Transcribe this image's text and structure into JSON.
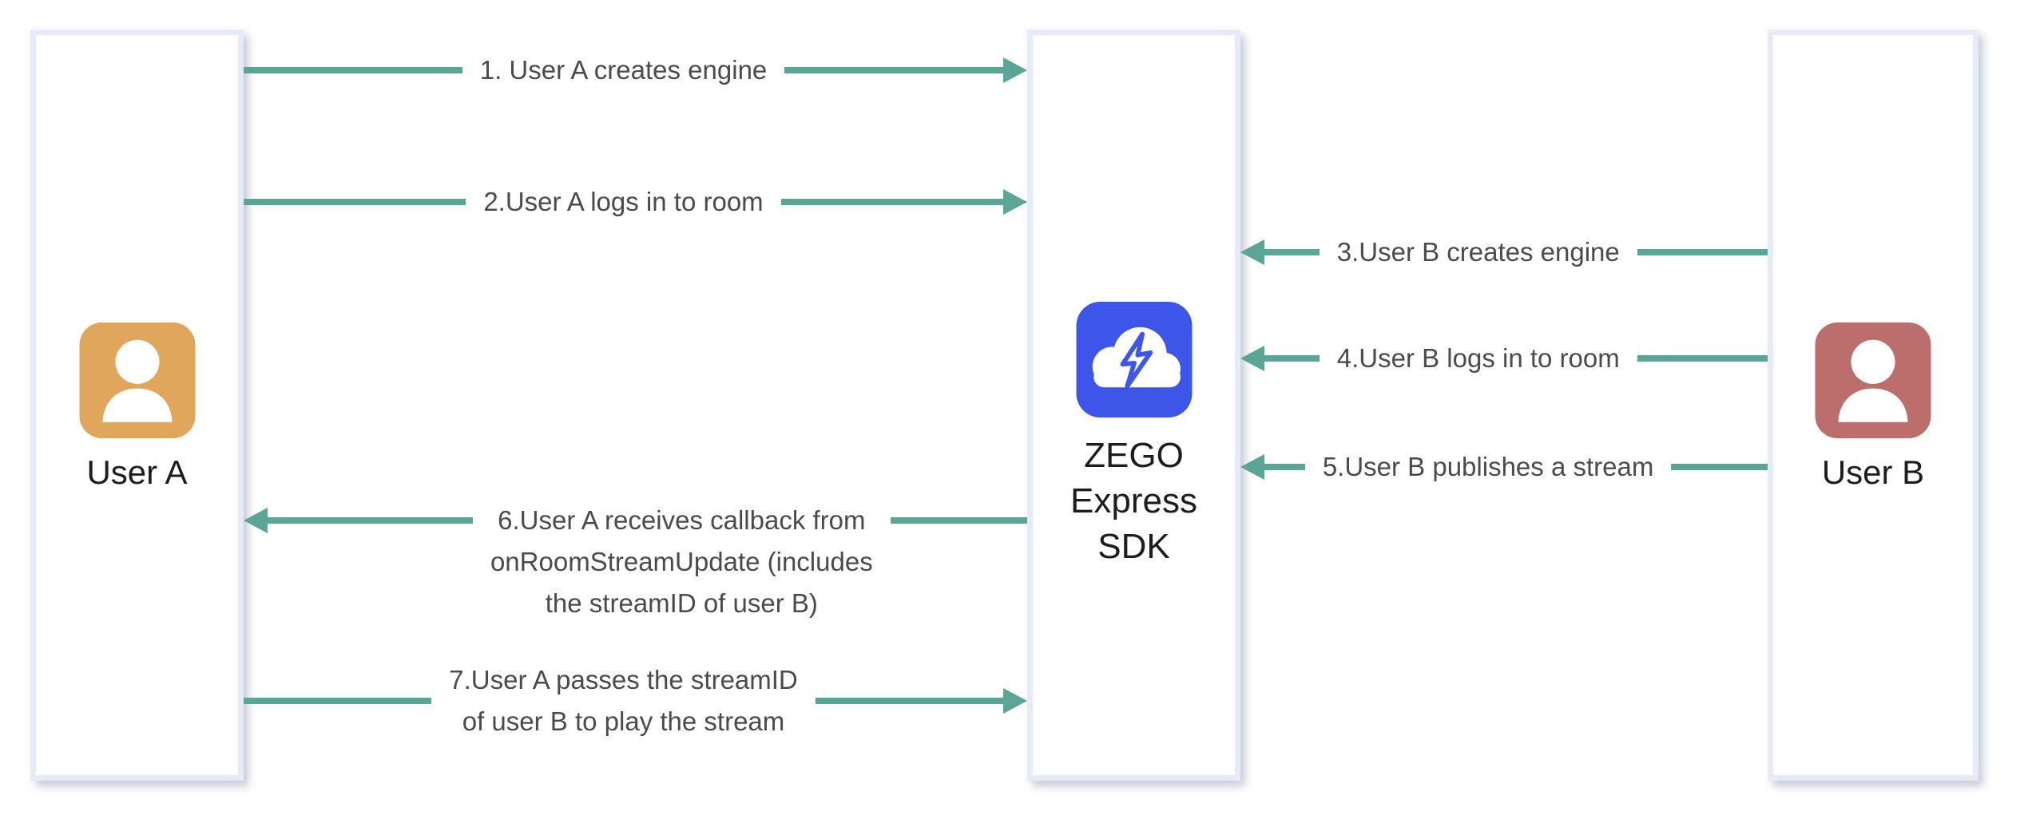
{
  "entities": {
    "user_a": {
      "name": "User A",
      "icon": "user-avatar-icon",
      "icon_color": "#e0a75c"
    },
    "sdk": {
      "name": "ZEGO\nExpress\nSDK",
      "icon": "cloud-lightning-icon",
      "icon_color": "#3d56e8"
    },
    "user_b": {
      "name": "User B",
      "icon": "user-avatar-icon",
      "icon_color": "#bc6e6c"
    }
  },
  "arrows": {
    "a1": {
      "label": "1. User A creates engine",
      "direction": "right",
      "from": "User A",
      "to": "ZEGO Express SDK"
    },
    "a2": {
      "label": "2.User A logs in to room",
      "direction": "right",
      "from": "User A",
      "to": "ZEGO Express SDK"
    },
    "a3": {
      "label": "3.User B creates engine",
      "direction": "left",
      "from": "User B",
      "to": "ZEGO Express SDK"
    },
    "a4": {
      "label": "4.User B logs in to room",
      "direction": "left",
      "from": "User B",
      "to": "ZEGO Express SDK"
    },
    "a5": {
      "label": "5.User B publishes a stream",
      "direction": "left",
      "from": "User B",
      "to": "ZEGO Express SDK"
    },
    "a6": {
      "label": "6.User A receives callback from\nonRoomStreamUpdate (includes\nthe streamID of user B)",
      "direction": "left",
      "from": "ZEGO Express SDK",
      "to": "User A"
    },
    "a7": {
      "label": "7.User A passes the streamID\nof user B to play the stream",
      "direction": "right",
      "from": "User A",
      "to": "ZEGO Express SDK"
    }
  },
  "colors": {
    "arrow": "#5ba596",
    "column_border": "#e5ebf9",
    "user_a_icon": "#e0a75c",
    "user_b_icon": "#bc6e6c",
    "sdk_icon": "#3d56e8",
    "label_text": "#4b4b4b",
    "entity_text": "#1d1d1f"
  }
}
